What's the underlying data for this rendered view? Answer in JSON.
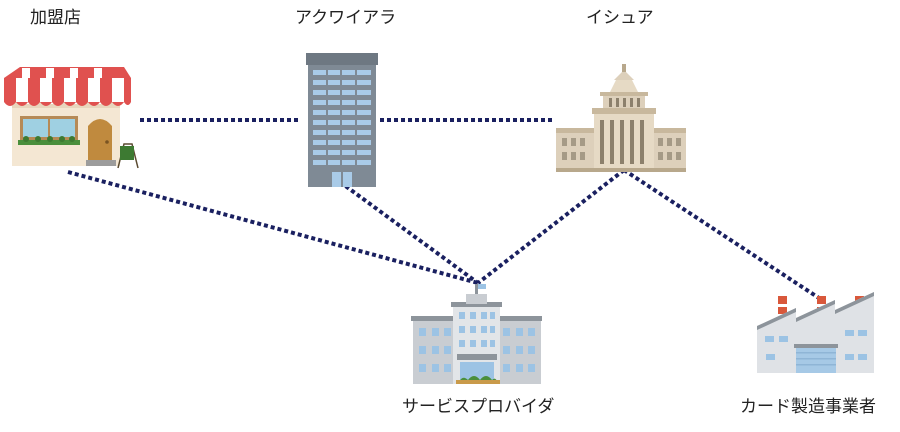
{
  "nodes": {
    "merchant": {
      "label": "加盟店"
    },
    "acquirer": {
      "label": "アクワイアラ"
    },
    "issuer": {
      "label": "イシュア"
    },
    "service_provider": {
      "label": "サービスプロバイダ"
    },
    "card_manufacturer": {
      "label": "カード製造事業者"
    }
  },
  "connections": [
    {
      "from": "merchant",
      "to": "acquirer"
    },
    {
      "from": "acquirer",
      "to": "issuer"
    },
    {
      "from": "merchant",
      "to": "service_provider"
    },
    {
      "from": "acquirer",
      "to": "service_provider"
    },
    {
      "from": "issuer",
      "to": "service_provider"
    },
    {
      "from": "issuer",
      "to": "card_manufacturer"
    }
  ],
  "colors": {
    "connector": "#1a2060",
    "awning_red": "#e0514f",
    "tower_blue": "#a9cbe8",
    "tower_gray": "#7f8a95",
    "capitol_beige": "#ddd0bb",
    "factory_chimney": "#d9583b",
    "building_window": "#9cc3e4"
  }
}
